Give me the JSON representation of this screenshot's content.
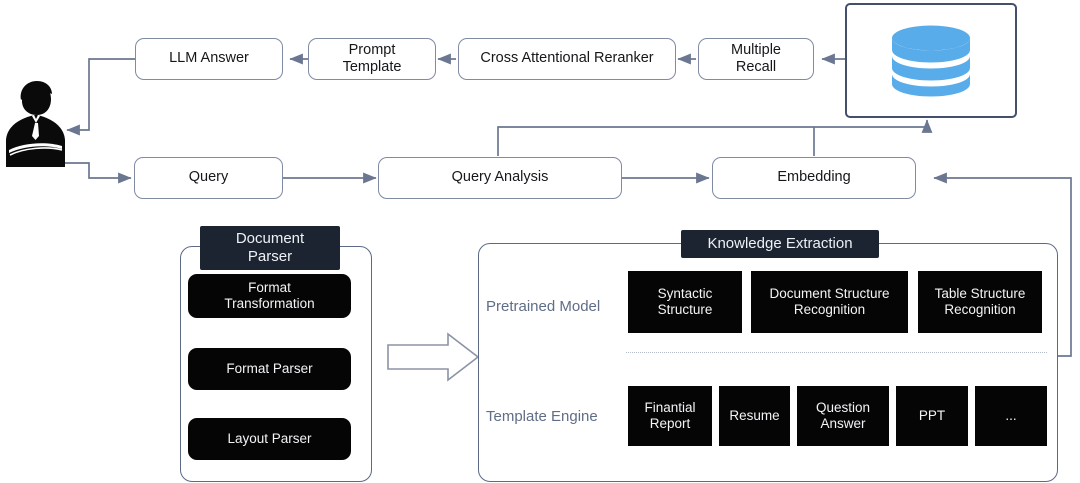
{
  "diagram": {
    "title": "RAG pipeline with document parsing and knowledge extraction",
    "colors": {
      "box_border": "#7f8aa3",
      "wire": "#6b7791",
      "panel_header_bg": "#1b2430",
      "block_bg": "#050505",
      "database_blue": "#58ace9",
      "row_label": "#5f6d86"
    }
  },
  "actor": {
    "name": "user-person-icon",
    "label": ""
  },
  "pipeline": {
    "top_row": [
      {
        "id": "llm-answer",
        "label": "LLM Answer"
      },
      {
        "id": "prompt-template",
        "label": "Prompt\nTemplate"
      },
      {
        "id": "cross-attentional-reranker",
        "label": "Cross Attentional Reranker"
      },
      {
        "id": "multiple-recall",
        "label": "Multiple\nRecall"
      }
    ],
    "database": {
      "id": "vector-database",
      "icon": "database-icon",
      "label": ""
    },
    "bottom_row": [
      {
        "id": "query",
        "label": "Query"
      },
      {
        "id": "query-analysis",
        "label": "Query Analysis"
      },
      {
        "id": "embedding",
        "label": "Embedding"
      }
    ]
  },
  "document_parser": {
    "title": "Document\nParser",
    "items": [
      {
        "id": "format-transformation",
        "label": "Format\nTransformation"
      },
      {
        "id": "format-parser",
        "label": "Format Parser"
      },
      {
        "id": "layout-parser",
        "label": "Layout Parser"
      }
    ]
  },
  "flow_arrow": {
    "name": "block-arrow-right-icon"
  },
  "knowledge_extraction": {
    "title": "Knowledge Extraction",
    "rows": [
      {
        "id": "pretrained-model",
        "label": "Pretrained Model",
        "items": [
          {
            "id": "syntactic-structure",
            "label": "Syntactic\nStructure"
          },
          {
            "id": "document-structure-recognition",
            "label": "Document Structure\nRecognition"
          },
          {
            "id": "table-structure-recognition",
            "label": "Table Structure\nRecognition"
          }
        ]
      },
      {
        "id": "template-engine",
        "label": "Template Engine",
        "items": [
          {
            "id": "finantial-report",
            "label": "Finantial\nReport"
          },
          {
            "id": "resume",
            "label": "Resume"
          },
          {
            "id": "question-answer",
            "label": "Question\nAnswer"
          },
          {
            "id": "ppt",
            "label": "PPT"
          },
          {
            "id": "ellipsis",
            "label": "..."
          }
        ]
      }
    ]
  }
}
